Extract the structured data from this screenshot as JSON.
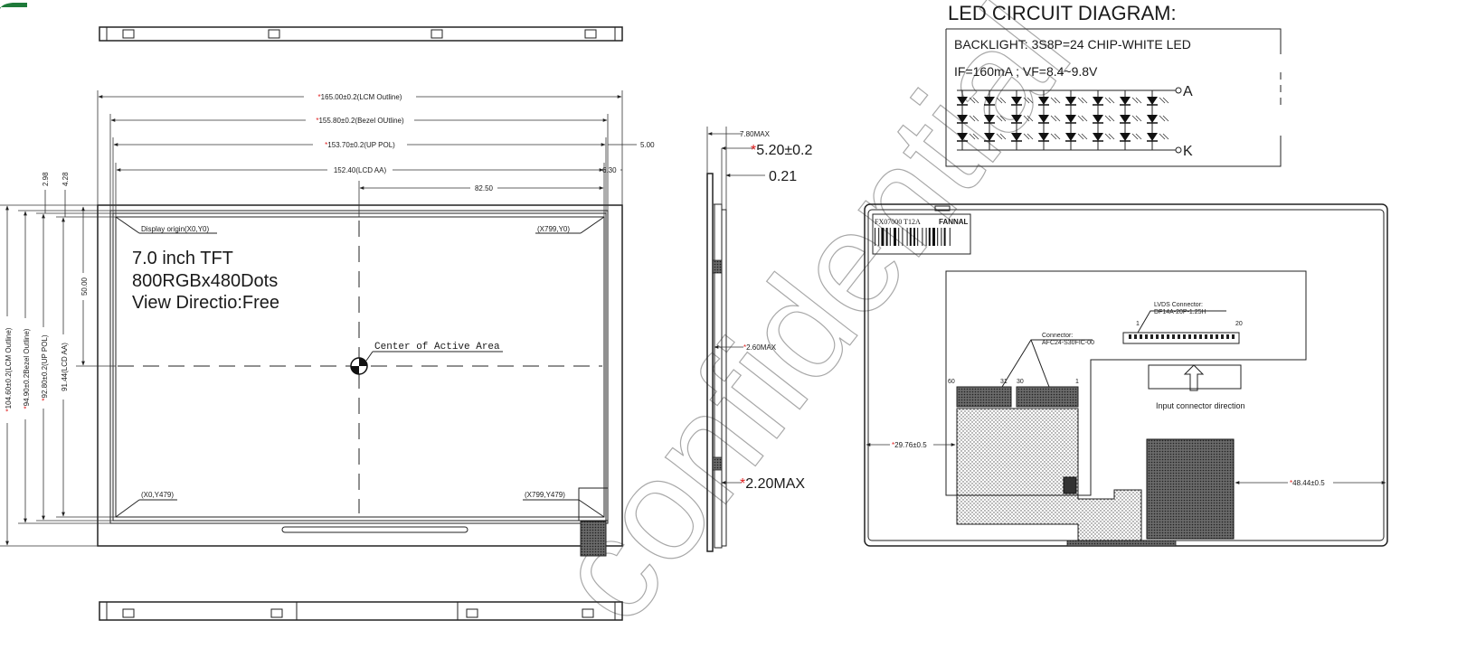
{
  "front_view": {
    "lcm_outline": "165.00±0.2(LCM Outline)",
    "bezel_outline": "155.80±0.2(Bezel OUtline)",
    "up_pol": "153.70±0.2(UP POL)",
    "lcd_aa": "152.40(LCD AA)",
    "half_aa": "82.50",
    "right_5": "5.00",
    "right_630": "6.30",
    "left_298": "2.98",
    "left_428": "4.28",
    "v_lcm": "104.60±0.2(LCM Outline)",
    "v_bezel": "94.90±0.2Bezel Outline)",
    "v_pol": "92.80±0.2(UP POL)",
    "v_aa": "91.44(LCD AA)",
    "v_half": "50.00",
    "origin_tl": "Display origin(X0,Y0)",
    "origin_tr": "(X799,Y0)",
    "origin_bl": "(X0,Y479)",
    "origin_br": "(X799,Y479)",
    "title_line1": "7.0 inch TFT",
    "title_line2": "800RGBx480Dots",
    "title_line3": "View Directio:Free",
    "center_label": "Center of Active Area"
  },
  "side_view": {
    "max_780": "7.80MAX",
    "thick_520": "5.20±0.2",
    "gap_021": "0.21",
    "max_260": "2.60MAX",
    "max_220": "2.20MAX"
  },
  "led_circuit": {
    "title": "LED CIRCUIT DIAGRAM:",
    "backlight": "BACKLIGHT: 3S8P=24 CHIP-WHITE LED",
    "params": "IF=160mA ; VF=8.4~9.8V",
    "anode": "A",
    "cathode": "K"
  },
  "rear_view": {
    "label_part": "FX07000 T12A",
    "label_brand": "FANNAL",
    "lvds_title": "LVDS Connector:",
    "lvds_part": "DF14A-20P-1.25H",
    "lvds_pin_first": "1",
    "lvds_pin_last": "20",
    "conn_title": "Connector:",
    "conn_part": "AFC24-S30FIC-00",
    "pin_60": "60",
    "pin_31": "31",
    "pin_30": "30",
    "pin_1": "1",
    "input_direction": "Input connector direction",
    "dim_left": "29.76±0.5",
    "dim_right": "48.44±0.5"
  },
  "watermark": "confidential",
  "colors": {
    "ink": "#1a1a1a",
    "critical_mark": "#e02020",
    "watermark": "#a8a8a8"
  }
}
